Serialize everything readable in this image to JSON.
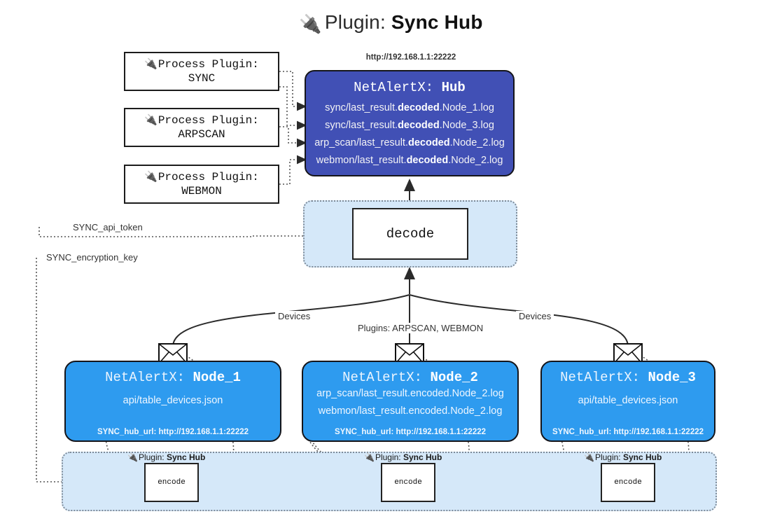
{
  "title": {
    "icon": "plug-icon",
    "prefix": "Plugin:",
    "name": "Sync Hub"
  },
  "process_plugins": [
    {
      "label": "Process Plugin:",
      "name": "SYNC"
    },
    {
      "label": "Process Plugin:",
      "name": "ARPSCAN"
    },
    {
      "label": "Process Plugin:",
      "name": "WEBMON"
    }
  ],
  "hub": {
    "url": "http://192.168.1.1:22222",
    "app": "NetAlertX:",
    "name": "Hub",
    "logs": [
      {
        "pre": "sync/last_result.",
        "em": "decoded",
        "post": ".Node_1.log"
      },
      {
        "pre": "sync/last_result.",
        "em": "decoded",
        "post": ".Node_3.log"
      },
      {
        "pre": "arp_scan/last_result.",
        "em": "decoded",
        "post": ".Node_2.log"
      },
      {
        "pre": "webmon/last_result.",
        "em": "decoded",
        "post": ".Node_2.log"
      }
    ]
  },
  "decode": {
    "label": "decode"
  },
  "secrets": [
    {
      "label": "SYNC_api_token"
    },
    {
      "label": "SYNC_encryption_key"
    }
  ],
  "edge_labels": {
    "devices_left": "Devices",
    "devices_right": "Devices",
    "plugins_center": "Plugins: ARPSCAN, WEBMON"
  },
  "nodes": [
    {
      "app": "NetAlertX:",
      "name": "Node_1",
      "lines": [
        "api/table_devices.json"
      ],
      "footer": "SYNC_hub_url: http://192.168.1.1:22222"
    },
    {
      "app": "NetAlertX:",
      "name": "Node_2",
      "lines": [
        "arp_scan/last_result.encoded.Node_2.log",
        "webmon/last_result.encoded.Node_2.log"
      ],
      "footer": "SYNC_hub_url: http://192.168.1.1:22222"
    },
    {
      "app": "NetAlertX:",
      "name": "Node_3",
      "lines": [
        "api/table_devices.json"
      ],
      "footer": "SYNC_hub_url: http://192.168.1.1:22222"
    }
  ],
  "encoders": [
    {
      "caption_prefix": "Plugin:",
      "caption_name": "Sync Hub",
      "label": "encode"
    },
    {
      "caption_prefix": "Plugin:",
      "caption_name": "Sync Hub",
      "label": "encode"
    },
    {
      "caption_prefix": "Plugin:",
      "caption_name": "Sync Hub",
      "label": "encode"
    }
  ],
  "colors": {
    "hub_blue": "#4150b5",
    "node_blue": "#2e9bef",
    "container_blue": "#d5e8f9",
    "stroke": "#15151a",
    "dotted": "#555555"
  }
}
